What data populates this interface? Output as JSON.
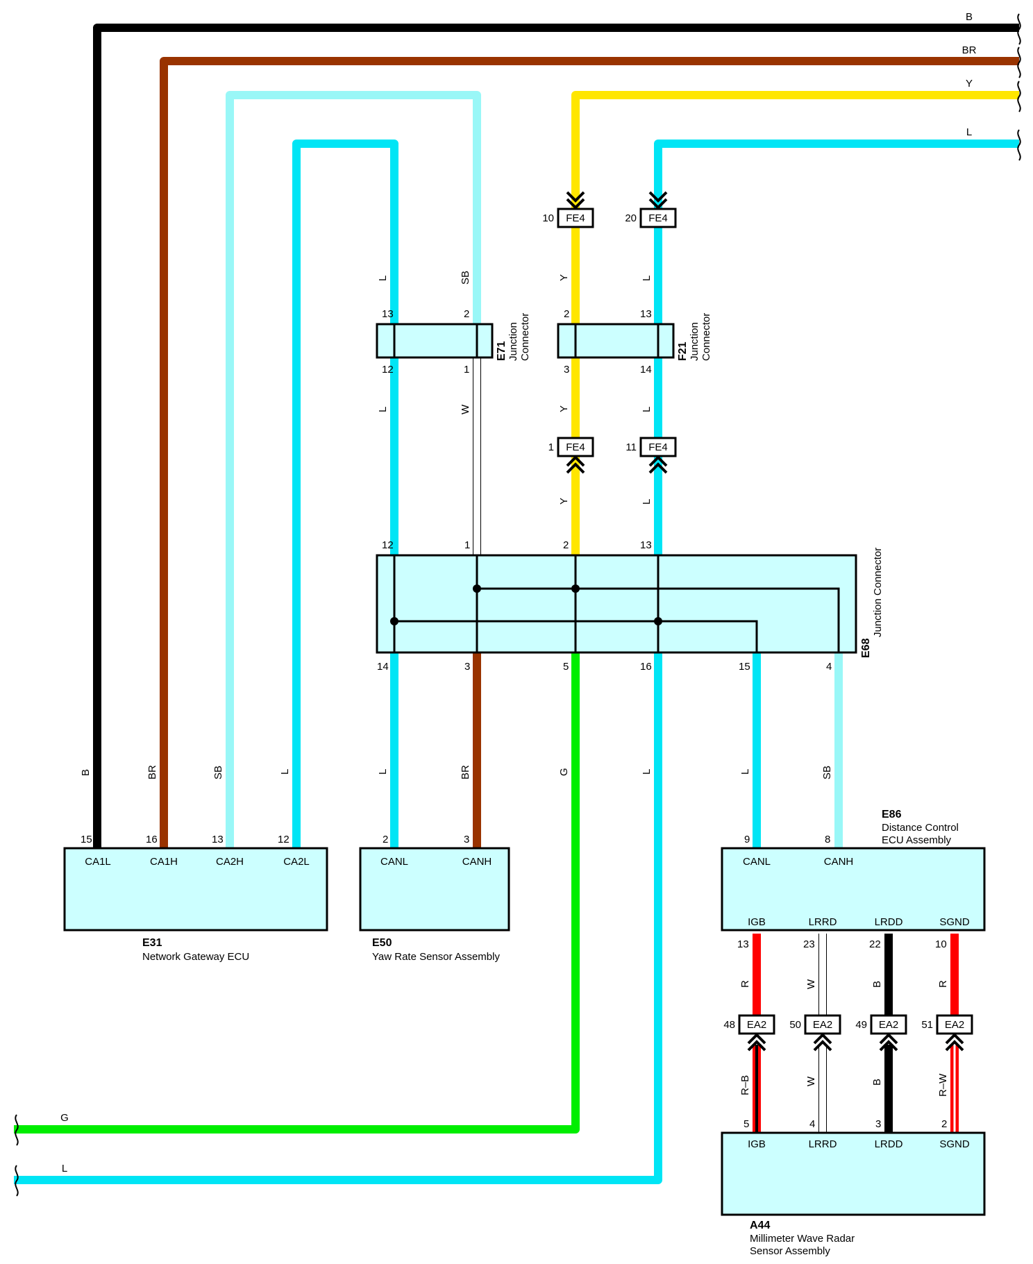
{
  "colors": {
    "B": "#000000",
    "BR": "#993300",
    "SB": "#99f7f7",
    "L": "#00e5f5",
    "Y": "#ffe600",
    "G": "#00ee00",
    "W": "#ffffff",
    "R": "#ff0000",
    "box_fill": "#ccffff"
  },
  "right_bus": {
    "B": "B",
    "BR": "BR",
    "Y": "Y",
    "L": "L"
  },
  "left_bus": {
    "G": "G",
    "L": "L"
  },
  "connectors": {
    "e31": {
      "id": "E31",
      "name": "Network Gateway ECU",
      "pins": [
        {
          "num": "15",
          "label": "CA1L",
          "wire": "B"
        },
        {
          "num": "16",
          "label": "CA1H",
          "wire": "BR"
        },
        {
          "num": "13",
          "label": "CA2H",
          "wire": "SB"
        },
        {
          "num": "12",
          "label": "CA2L",
          "wire": "L"
        }
      ]
    },
    "e50": {
      "id": "E50",
      "name": "Yaw Rate Sensor Assembly",
      "pins": [
        {
          "num": "2",
          "label": "CANL",
          "wire": "L"
        },
        {
          "num": "3",
          "label": "CANH",
          "wire": "BR"
        }
      ]
    },
    "e86": {
      "id": "E86",
      "name_line1": "Distance Control",
      "name_line2": "ECU Assembly",
      "top_pins": [
        {
          "num": "9",
          "label": "CANL",
          "wire": "L"
        },
        {
          "num": "8",
          "label": "CANH",
          "wire": "SB"
        }
      ],
      "bottom_pins": [
        {
          "num": "13",
          "label": "IGB",
          "wire": "R"
        },
        {
          "num": "23",
          "label": "LRRD",
          "wire": "W"
        },
        {
          "num": "22",
          "label": "LRDD",
          "wire": "B"
        },
        {
          "num": "10",
          "label": "SGND",
          "wire": "R"
        }
      ]
    },
    "a44": {
      "id": "A44",
      "name_line1": "Millimeter Wave Radar",
      "name_line2": "Sensor Assembly",
      "pins": [
        {
          "num": "5",
          "label": "IGB",
          "wire": "R-B"
        },
        {
          "num": "4",
          "label": "LRRD",
          "wire": "W"
        },
        {
          "num": "3",
          "label": "LRDD",
          "wire": "B"
        },
        {
          "num": "2",
          "label": "SGND",
          "wire": "R-W"
        }
      ]
    },
    "e71": {
      "id": "E71",
      "name_line1": "Junction",
      "name_line2": "Connector",
      "pins_top": [
        {
          "num": "13",
          "wire": "L"
        },
        {
          "num": "2",
          "wire": "SB"
        }
      ],
      "pins_bottom": [
        {
          "num": "12",
          "wire": "L"
        },
        {
          "num": "1",
          "wire": "W"
        }
      ]
    },
    "f21": {
      "id": "F21",
      "name_line1": "Junction",
      "name_line2": "Connector",
      "pins_top": [
        {
          "num": "2",
          "wire": "Y"
        },
        {
          "num": "13",
          "wire": "L"
        }
      ],
      "pins_bottom": [
        {
          "num": "3",
          "wire": "Y"
        },
        {
          "num": "14",
          "wire": "L"
        }
      ]
    },
    "e68": {
      "id": "E68",
      "name": "Junction Connector",
      "pins_top": [
        {
          "num": "12"
        },
        {
          "num": "1"
        },
        {
          "num": "2"
        },
        {
          "num": "13"
        }
      ],
      "pins_bottom": [
        {
          "num": "14"
        },
        {
          "num": "3"
        },
        {
          "num": "5"
        },
        {
          "num": "16"
        },
        {
          "num": "15"
        },
        {
          "num": "4"
        }
      ]
    }
  },
  "inline_connectors": {
    "fe4_a": {
      "label": "FE4",
      "pin": "10"
    },
    "fe4_b": {
      "label": "FE4",
      "pin": "20"
    },
    "fe4_c": {
      "label": "FE4",
      "pin": "1"
    },
    "fe4_d": {
      "label": "FE4",
      "pin": "11"
    },
    "ea2_a": {
      "label": "EA2",
      "pin": "48"
    },
    "ea2_b": {
      "label": "EA2",
      "pin": "50"
    },
    "ea2_c": {
      "label": "EA2",
      "pin": "49"
    },
    "ea2_d": {
      "label": "EA2",
      "pin": "51"
    }
  },
  "wire_labels": {
    "l_e71_top": "L",
    "sb_e71_top": "SB",
    "y_f21_top": "Y",
    "l_f21_top": "L",
    "l_e71_bot": "L",
    "w_e71_bot": "W",
    "y_f21_bot": "Y",
    "l_f21_bot": "L",
    "y_fe4_bot": "Y",
    "l_fe4_bot": "L",
    "b_e31": "B",
    "br_e31": "BR",
    "sb_e31": "SB",
    "l_e31": "L",
    "l_e50": "L",
    "br_e50": "BR",
    "g_mid": "G",
    "l_mid": "L",
    "l_e86": "L",
    "sb_e86": "SB",
    "r_top": "R",
    "w_top": "W",
    "b_top": "B",
    "r2_top": "R",
    "rb_bot": "R–B",
    "w_bot": "W",
    "b_bot": "B",
    "rw_bot": "R–W"
  }
}
